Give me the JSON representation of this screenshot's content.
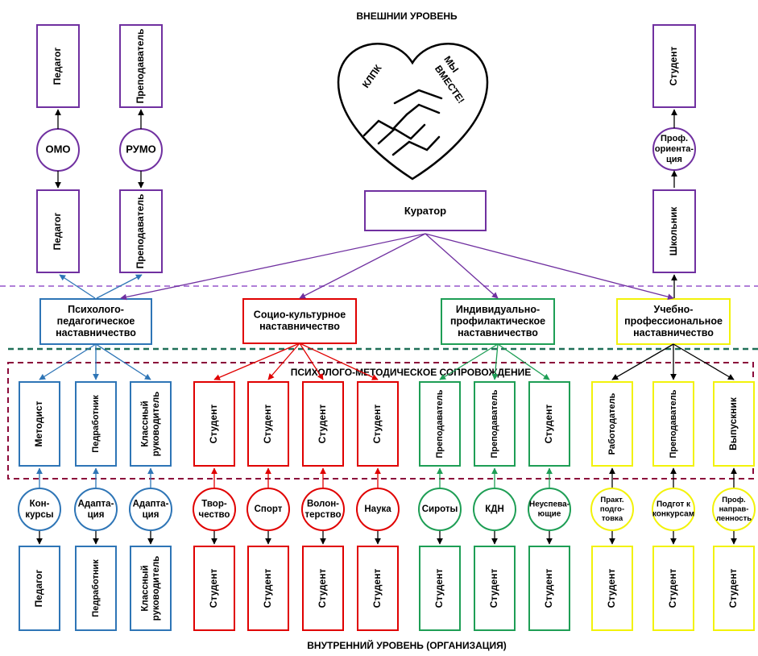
{
  "texts": {
    "title_top": "ВНЕШНИИ УРОВЕНЬ",
    "title_bottom": "ВНУТРЕННИЙ УРОВЕНЬ (ОРГАНИЗАЦИЯ)",
    "band_title": "ПСИХОЛОГО-МЕТОДИЧЕСКОЕ СОПРОВОЖДЕНИЕ",
    "logo_left": "КЛПК",
    "logo_right": [
      "МЫ",
      "ВМЕСТЕ!"
    ],
    "curator": "Куратор"
  },
  "colors": {
    "purple": "#7030a0",
    "blue": "#2e75b6",
    "red": "#e00000",
    "green": "#1e9e55",
    "yellow": "#f2f20a",
    "dark_red": "#8b0a3a",
    "teal": "#1f6f58",
    "lilac": "#b07fd8"
  },
  "external": {
    "rect_top": [
      "Педагог",
      "Преподаватель",
      "Студент"
    ],
    "circles": [
      [
        "ОМО"
      ],
      [
        "РУМО"
      ],
      [
        "Проф.",
        "ориента-",
        "ция"
      ]
    ],
    "rect_bottom": [
      "Педагог",
      "Преподаватель",
      "Школьник"
    ]
  },
  "categories": [
    [
      "Психолого-",
      "педагогическое",
      "наставничество"
    ],
    [
      "Социо-культурное",
      "наставничество"
    ],
    [
      "Индивидуально-",
      "профилактическое",
      "наставничество"
    ],
    [
      "Учебно-",
      "профессиональное",
      "наставничество"
    ]
  ],
  "mentors": [
    [
      "Методист"
    ],
    [
      "Педработник"
    ],
    [
      "Классный",
      "руководитель"
    ],
    [
      "Студент"
    ],
    [
      "Студент"
    ],
    [
      "Студент"
    ],
    [
      "Студент"
    ],
    [
      "Преподаватель"
    ],
    [
      "Преподаватель"
    ],
    [
      "Студент"
    ],
    [
      "Работодатель"
    ],
    [
      "Преподаватель"
    ],
    [
      "Выпускник"
    ]
  ],
  "forms": [
    [
      "Кон-",
      "курсы"
    ],
    [
      "Адапта-",
      "ция"
    ],
    [
      "Адапта-",
      "ция"
    ],
    [
      "Твор-",
      "чество"
    ],
    [
      "Спорт"
    ],
    [
      "Волон-",
      "терство"
    ],
    [
      "Наука"
    ],
    [
      "Сироты"
    ],
    [
      "КДН"
    ],
    [
      "Неуспева-",
      "ющие"
    ],
    [
      "Практ.",
      "подго-",
      "товка"
    ],
    [
      "Подгот к",
      "конкурсам"
    ],
    [
      "Проф.",
      "направ-",
      "ленность"
    ]
  ],
  "mentees": [
    [
      "Педагог"
    ],
    [
      "Педработник"
    ],
    [
      "Классный",
      "руководитель"
    ],
    [
      "Студент"
    ],
    [
      "Студент"
    ],
    [
      "Студент"
    ],
    [
      "Студент"
    ],
    [
      "Студент"
    ],
    [
      "Студент"
    ],
    [
      "Студент"
    ],
    [
      "Студент"
    ],
    [
      "Студент"
    ],
    [
      "Студент"
    ]
  ]
}
